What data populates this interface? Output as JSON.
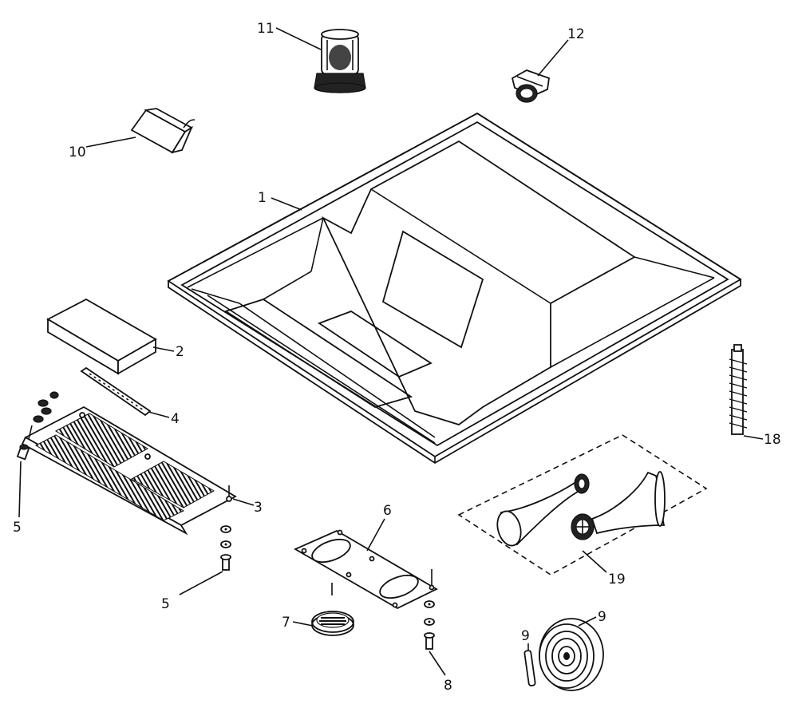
{
  "diagram": {
    "callouts": [
      {
        "id": "label-1",
        "text": "1"
      },
      {
        "id": "label-2",
        "text": "2"
      },
      {
        "id": "label-3",
        "text": "3"
      },
      {
        "id": "label-4",
        "text": "4"
      },
      {
        "id": "label-5a",
        "text": "5"
      },
      {
        "id": "label-5b",
        "text": "5"
      },
      {
        "id": "label-6",
        "text": "6"
      },
      {
        "id": "label-7",
        "text": "7"
      },
      {
        "id": "label-8",
        "text": "8"
      },
      {
        "id": "label-9a",
        "text": "9"
      },
      {
        "id": "label-9b",
        "text": "9"
      },
      {
        "id": "label-10",
        "text": "10"
      },
      {
        "id": "label-11",
        "text": "11"
      },
      {
        "id": "label-12",
        "text": "12"
      },
      {
        "id": "label-18",
        "text": "18"
      },
      {
        "id": "label-19",
        "text": "19"
      }
    ]
  }
}
